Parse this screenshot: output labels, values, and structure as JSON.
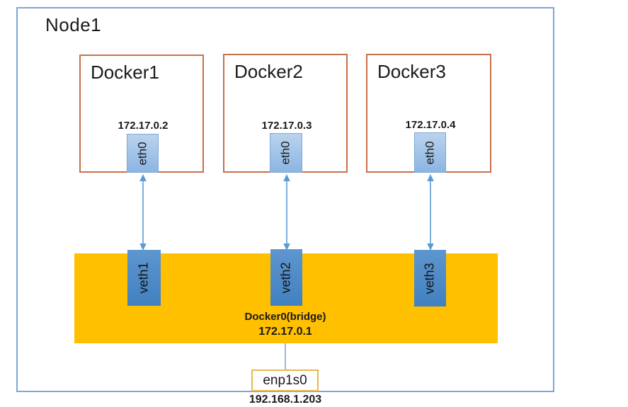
{
  "node": {
    "label": "Node1"
  },
  "containers": [
    {
      "name": "Docker1",
      "ip": "172.17.0.2",
      "interface": "eth0",
      "veth": "veth1"
    },
    {
      "name": "Docker2",
      "ip": "172.17.0.3",
      "interface": "eth0",
      "veth": "veth2"
    },
    {
      "name": "Docker3",
      "ip": "172.17.0.4",
      "interface": "eth0",
      "veth": "veth3"
    }
  ],
  "bridge": {
    "label": "Docker0(bridge)",
    "ip": "172.17.0.1"
  },
  "host_interface": {
    "label": "enp1s0",
    "ip": "192.168.1.203"
  },
  "icons": [
    {
      "name": "bidirectional-arrow-icon",
      "meaning": "veth pair link between container eth0 and bridge veth"
    }
  ],
  "colors": {
    "node_border": "#7ea6d8",
    "container_border": "#c9704a",
    "bridge_fill": "#ffc000",
    "eth_fill_top": "#bad3ee",
    "eth_fill_bottom": "#8cb5e2",
    "eth_border": "#7fa8d4",
    "veth_fill_top": "#5e96cf",
    "veth_fill_bottom": "#4180bf",
    "arrow_color": "#5b9bd5",
    "connector_color": "#9fb8d8",
    "enp_border": "#e8b84b",
    "text_color": "#1a1a1a"
  }
}
